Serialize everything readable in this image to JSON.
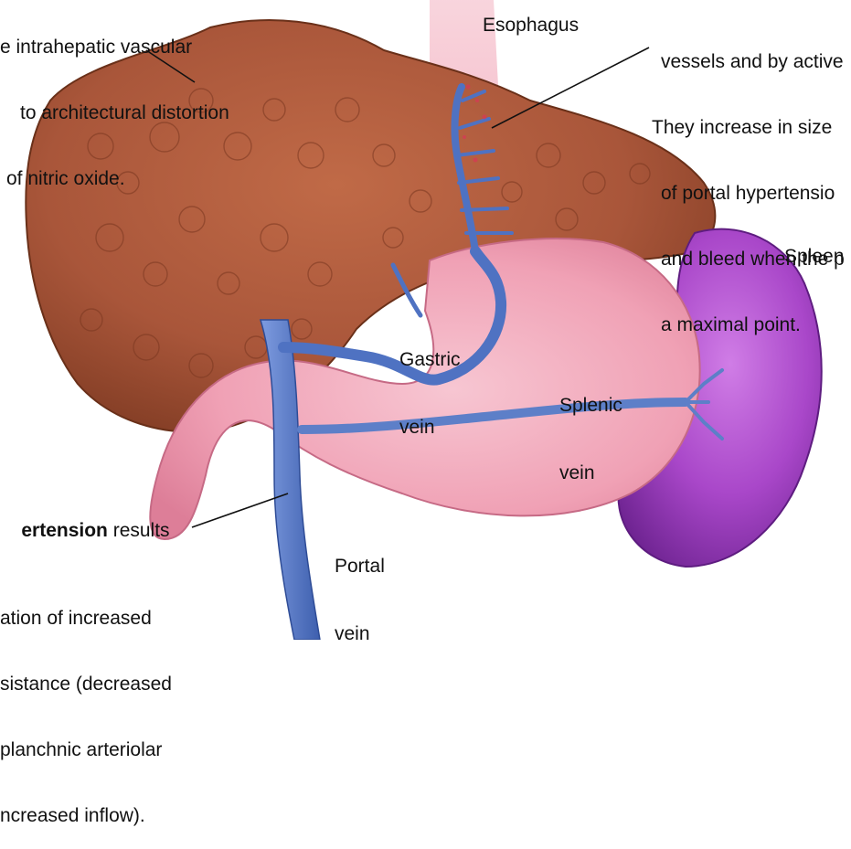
{
  "labels": {
    "top_left_note": [
      "e intrahepatic vascular",
      "to architectural distortion",
      "of nitric oxide."
    ],
    "esophagus": "Esophagus",
    "top_right_note": [
      "vessels and by active",
      "They increase in size",
      "of portal hypertensio",
      "and bleed when the p",
      "a maximal point."
    ],
    "spleen": "Spleen",
    "gastric_vein": [
      "Gastric",
      "vein"
    ],
    "splenic_vein": [
      "Splenic",
      "vein"
    ],
    "portal_vein": [
      "Portal",
      "vein"
    ],
    "bottom_left_note": {
      "bold": "ertension",
      "rest": " results",
      "lines": [
        "ation of increased",
        "sistance (decreased",
        "planchnic arteriolar",
        "ncreased inflow)."
      ]
    }
  },
  "colors": {
    "liver": "#a9563a",
    "liver_dark": "#7e3a22",
    "stomach": "#f1a3b6",
    "esophagus": "#f4b3c2",
    "spleen": "#9b3fbf",
    "vein": "#5d7fc8",
    "vein_dark": "#3e5fae"
  }
}
